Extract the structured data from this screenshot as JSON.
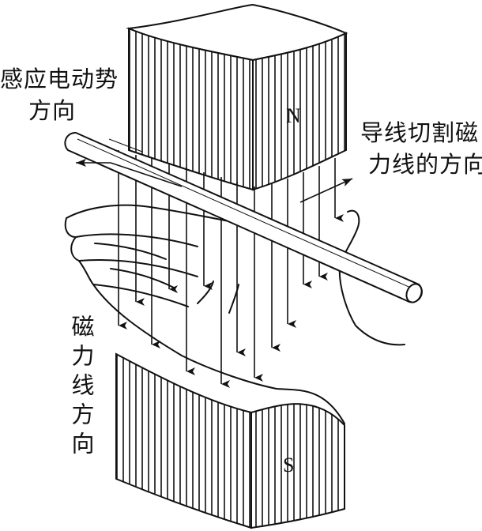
{
  "labels": {
    "emf_line1": "感应电动势",
    "emf_line2": "方向",
    "cut_line1": "导线切割磁",
    "cut_line2": "力线的方向",
    "field_direction": "磁力线方向",
    "north_pole": "N",
    "south_pole": "S"
  },
  "colors": {
    "stroke": "#111111",
    "background": "#ffffff"
  }
}
